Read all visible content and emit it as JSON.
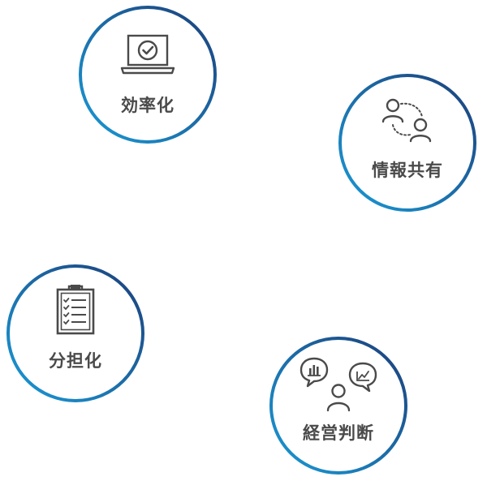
{
  "nodes": [
    {
      "id": "efficiency",
      "label": "効率化",
      "icon": "laptop-check-icon"
    },
    {
      "id": "info-sharing",
      "label": "情報共有",
      "icon": "people-share-icon"
    },
    {
      "id": "task-sharing",
      "label": "分担化",
      "icon": "clipboard-checklist-icon"
    },
    {
      "id": "management",
      "label": "経営判断",
      "icon": "people-charts-icon"
    }
  ],
  "colors": {
    "ring_start": "#1a9ad6",
    "ring_end": "#1d3f7a",
    "icon": "#4a4a4a",
    "label": "#4a4a4a"
  }
}
